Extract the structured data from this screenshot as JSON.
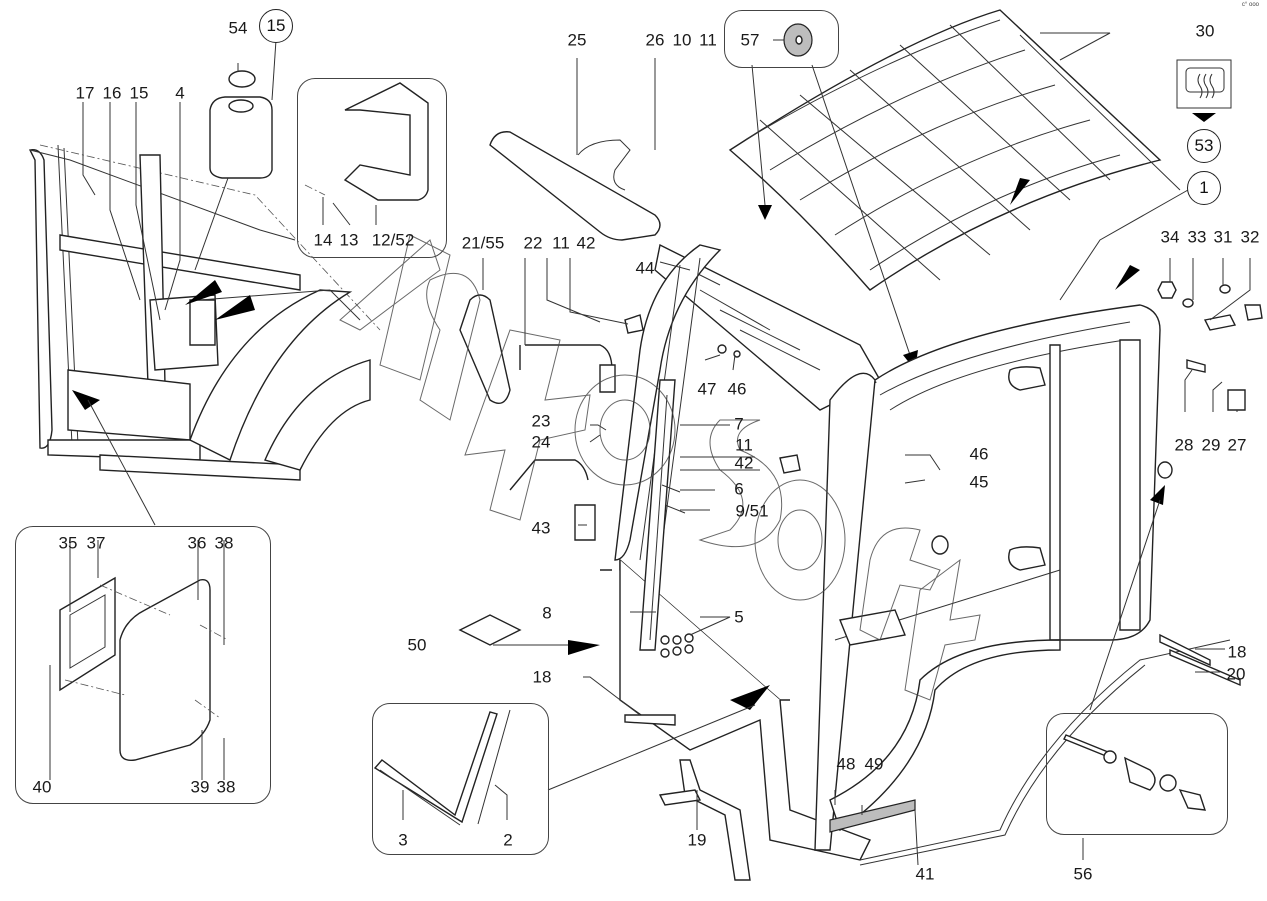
{
  "diagram": {
    "title": "Cab assembly exploded parts view",
    "watermark": "Autosoft",
    "corner_mark": "c° ooo",
    "callouts": [
      {
        "id": "lbl-54",
        "text": "54"
      },
      {
        "id": "lbl-15-circled",
        "text": "15",
        "circled": true
      },
      {
        "id": "lbl-17",
        "text": "17"
      },
      {
        "id": "lbl-16",
        "text": "16"
      },
      {
        "id": "lbl-15",
        "text": "15"
      },
      {
        "id": "lbl-4",
        "text": "4"
      },
      {
        "id": "lbl-14",
        "text": "14"
      },
      {
        "id": "lbl-13",
        "text": "13"
      },
      {
        "id": "lbl-12-52",
        "text": "12/52"
      },
      {
        "id": "lbl-25",
        "text": "25"
      },
      {
        "id": "lbl-26",
        "text": "26"
      },
      {
        "id": "lbl-10",
        "text": "10"
      },
      {
        "id": "lbl-11-top",
        "text": "11"
      },
      {
        "id": "lbl-57",
        "text": "57"
      },
      {
        "id": "lbl-30",
        "text": "30"
      },
      {
        "id": "lbl-53",
        "text": "53",
        "circled": true
      },
      {
        "id": "lbl-1",
        "text": "1",
        "circled": true
      },
      {
        "id": "lbl-21-55",
        "text": "21/55"
      },
      {
        "id": "lbl-22",
        "text": "22"
      },
      {
        "id": "lbl-11-mid",
        "text": "11"
      },
      {
        "id": "lbl-42-mid",
        "text": "42"
      },
      {
        "id": "lbl-44",
        "text": "44"
      },
      {
        "id": "lbl-47",
        "text": "47"
      },
      {
        "id": "lbl-46-a",
        "text": "46"
      },
      {
        "id": "lbl-34",
        "text": "34"
      },
      {
        "id": "lbl-33",
        "text": "33"
      },
      {
        "id": "lbl-31",
        "text": "31"
      },
      {
        "id": "lbl-32",
        "text": "32"
      },
      {
        "id": "lbl-28",
        "text": "28"
      },
      {
        "id": "lbl-29",
        "text": "29"
      },
      {
        "id": "lbl-27",
        "text": "27"
      },
      {
        "id": "lbl-23",
        "text": "23"
      },
      {
        "id": "lbl-24",
        "text": "24"
      },
      {
        "id": "lbl-7",
        "text": "7"
      },
      {
        "id": "lbl-11-low",
        "text": "11"
      },
      {
        "id": "lbl-42-low",
        "text": "42"
      },
      {
        "id": "lbl-46-b",
        "text": "46"
      },
      {
        "id": "lbl-45",
        "text": "45"
      },
      {
        "id": "lbl-6",
        "text": "6"
      },
      {
        "id": "lbl-9-51",
        "text": "9/51"
      },
      {
        "id": "lbl-43",
        "text": "43"
      },
      {
        "id": "lbl-35",
        "text": "35"
      },
      {
        "id": "lbl-37",
        "text": "37"
      },
      {
        "id": "lbl-36",
        "text": "36"
      },
      {
        "id": "lbl-38-top",
        "text": "38"
      },
      {
        "id": "lbl-40",
        "text": "40"
      },
      {
        "id": "lbl-39",
        "text": "39"
      },
      {
        "id": "lbl-38-bot",
        "text": "38"
      },
      {
        "id": "lbl-8",
        "text": "8"
      },
      {
        "id": "lbl-5",
        "text": "5"
      },
      {
        "id": "lbl-50",
        "text": "50"
      },
      {
        "id": "lbl-18-left",
        "text": "18"
      },
      {
        "id": "lbl-3",
        "text": "3"
      },
      {
        "id": "lbl-2",
        "text": "2"
      },
      {
        "id": "lbl-19",
        "text": "19"
      },
      {
        "id": "lbl-48",
        "text": "48"
      },
      {
        "id": "lbl-49",
        "text": "49"
      },
      {
        "id": "lbl-41",
        "text": "41"
      },
      {
        "id": "lbl-18-right",
        "text": "18"
      },
      {
        "id": "lbl-20",
        "text": "20"
      },
      {
        "id": "lbl-56",
        "text": "56"
      }
    ],
    "parts": [
      {
        "name": "washer-fluid-reservoir",
        "label": "15"
      },
      {
        "name": "reservoir-cap",
        "label": "54"
      },
      {
        "name": "cover-bracket",
        "label": "12/52"
      },
      {
        "name": "sun-visor",
        "label": "25"
      },
      {
        "name": "roof-grille",
        "label": "30"
      },
      {
        "name": "cab-frame",
        "label": "1"
      },
      {
        "name": "rear-defrost-option",
        "label": "53"
      },
      {
        "name": "mirror",
        "label": "21/55"
      },
      {
        "name": "mirror-arm",
        "label": "22"
      },
      {
        "name": "mirror-arm-lower",
        "label": "43"
      },
      {
        "name": "roof-vent-panel",
        "label": "44"
      },
      {
        "name": "wiper-assembly",
        "label": "9/51"
      },
      {
        "name": "water-canister",
        "label": "36"
      },
      {
        "name": "canister-bracket",
        "label": "35"
      },
      {
        "name": "fastener-kit",
        "label": "50"
      },
      {
        "name": "glass-seal-detail",
        "label": "2/3"
      },
      {
        "name": "step",
        "label": "19"
      },
      {
        "name": "door-damper-kit",
        "label": "56"
      },
      {
        "name": "roof-bumper",
        "label": "57"
      }
    ]
  }
}
